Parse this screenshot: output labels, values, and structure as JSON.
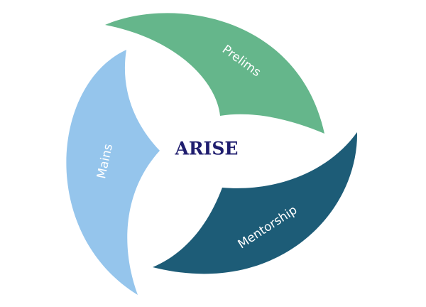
{
  "center": {
    "label": "ARISE",
    "color": "#1f1d6e"
  },
  "segments": [
    {
      "id": "prelims",
      "label": "Prelims",
      "color": "#65b68b"
    },
    {
      "id": "mentorship",
      "label": "Mentorship",
      "color": "#1d5c77"
    },
    {
      "id": "mains",
      "label": "Mains",
      "color": "#95c5ec"
    }
  ]
}
